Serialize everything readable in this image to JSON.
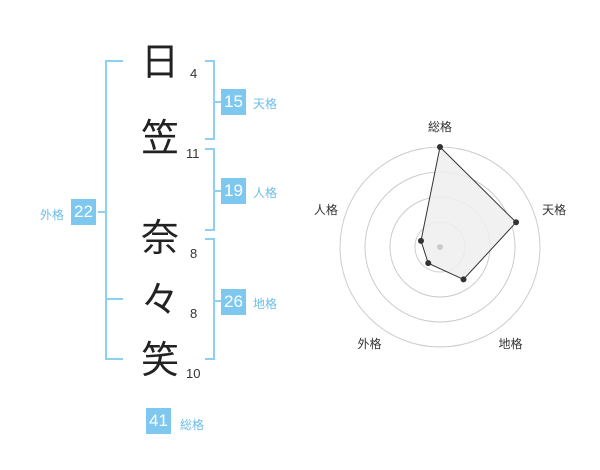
{
  "name": {
    "characters": [
      {
        "char": "日",
        "strokes": "4"
      },
      {
        "char": "笠",
        "strokes": "11"
      },
      {
        "char": "奈",
        "strokes": "8"
      },
      {
        "char": "々",
        "strokes": "8"
      },
      {
        "char": "笑",
        "strokes": "10"
      }
    ]
  },
  "kakusu": {
    "tenkaku": {
      "label": "天格",
      "value": "15"
    },
    "jinkaku": {
      "label": "人格",
      "value": "19"
    },
    "chikaku": {
      "label": "地格",
      "value": "26"
    },
    "gaikaku": {
      "label": "外格",
      "value": "22"
    },
    "soukaku": {
      "label": "総格",
      "value": "41"
    }
  },
  "colors": {
    "badge": "#7ec8f0",
    "bracket": "#8dd0f3",
    "badge_label": "#6bbde8"
  },
  "chart_data": {
    "type": "radar",
    "axes": [
      "総格",
      "天格",
      "地格",
      "外格",
      "人格"
    ],
    "values": [
      5,
      4,
      2,
      1,
      1
    ],
    "max": 5,
    "rings": 4,
    "fill": "#eeeeee",
    "stroke": "#333333"
  }
}
